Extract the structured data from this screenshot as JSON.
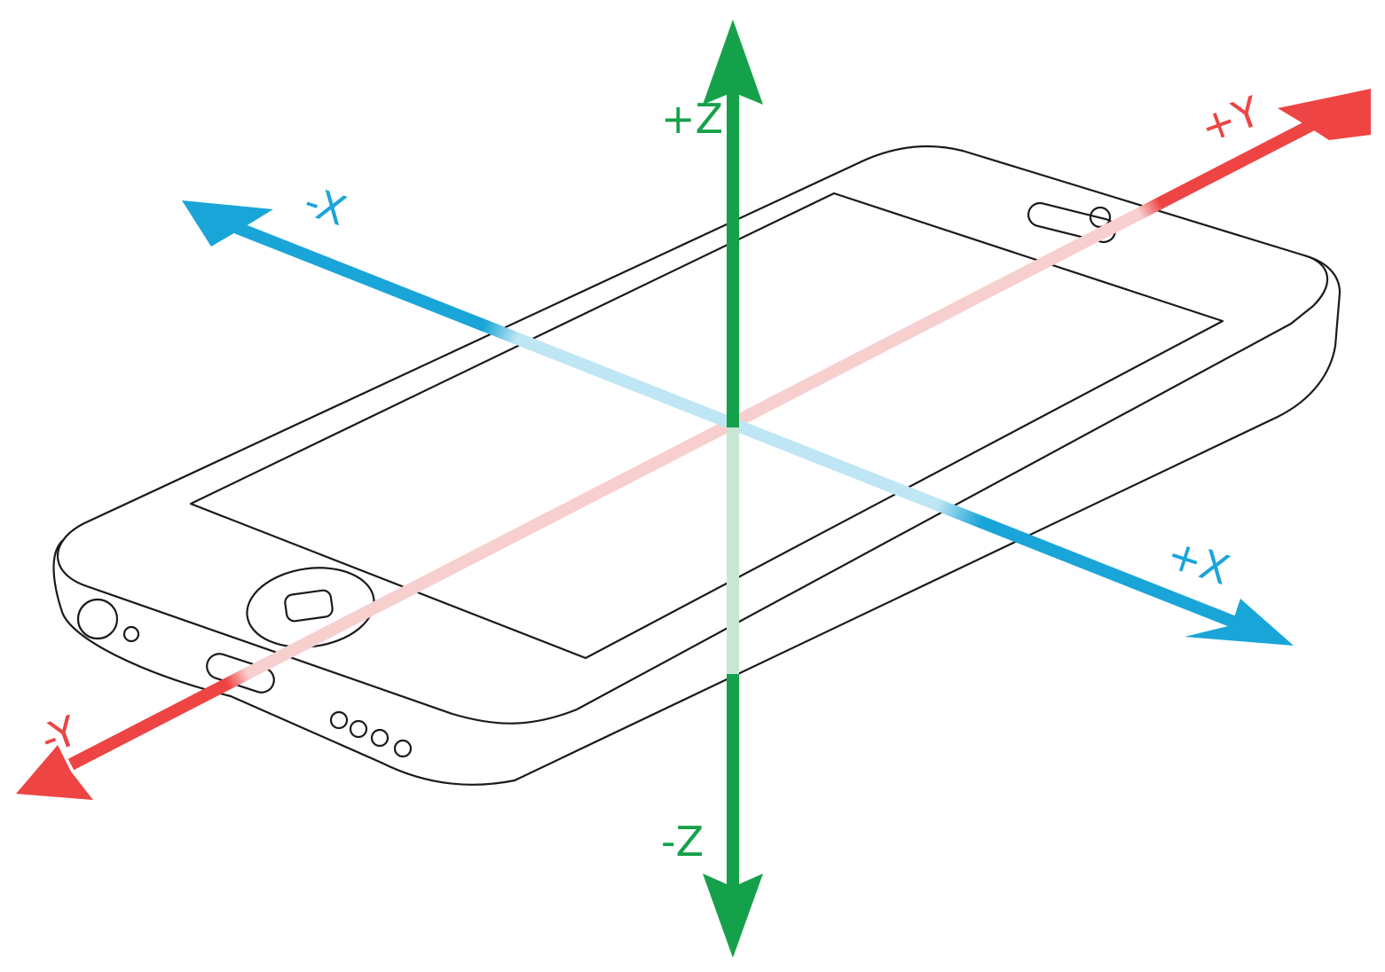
{
  "colors": {
    "x_axis": "#1aa5d8",
    "y_axis": "#ee4444",
    "z_axis": "#15a14a",
    "device_outline": "#1a1a1a",
    "background": "#ffffff"
  },
  "labels": {
    "pos_x": "+X",
    "neg_x": "-X",
    "pos_y": "+Y",
    "neg_y": "-Y",
    "pos_z": "+Z",
    "neg_z": "-Z"
  }
}
